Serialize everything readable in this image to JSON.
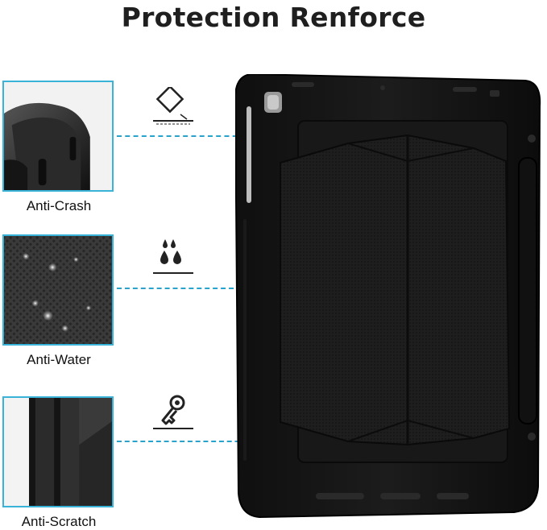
{
  "title": "Protection Renforce",
  "features": [
    {
      "label": "Anti-Crash",
      "icon": "impact-icon"
    },
    {
      "label": "Anti-Water",
      "icon": "water-drops-icon"
    },
    {
      "label": "Anti-Scratch",
      "icon": "key-icon"
    }
  ],
  "colors": {
    "accent": "#2aa3cc",
    "case": "#1b1b1b",
    "text": "#1f1f1f"
  }
}
